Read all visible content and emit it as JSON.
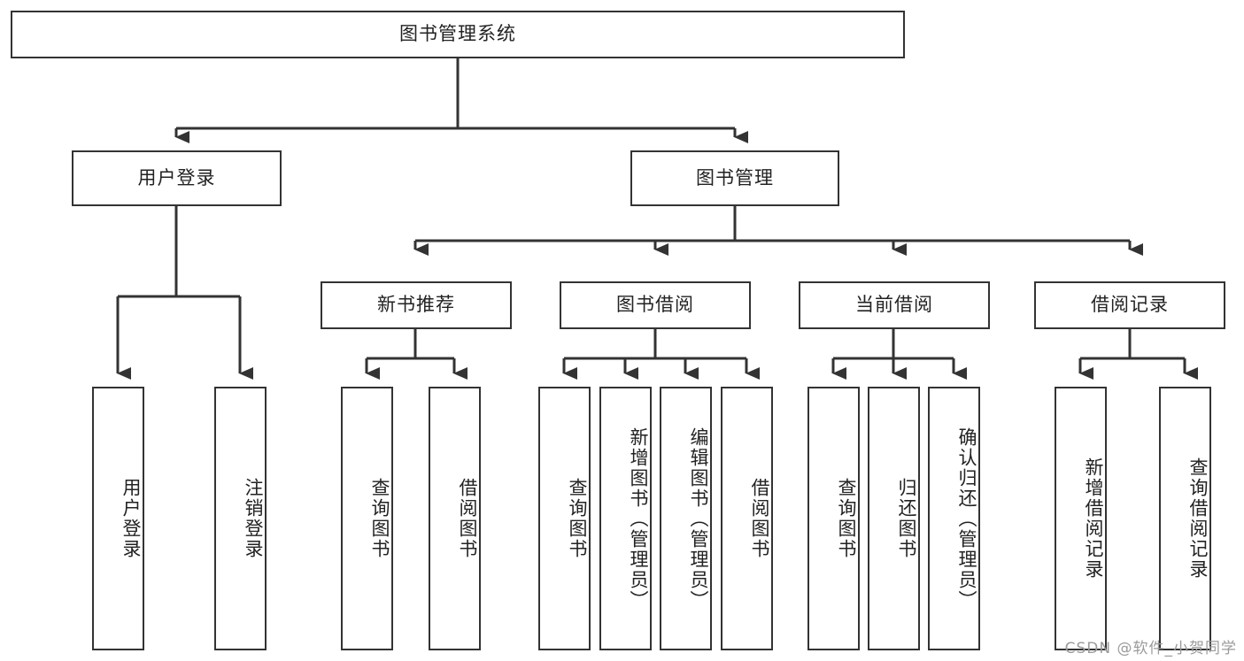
{
  "diagram": {
    "type": "tree",
    "title": "图书管理系统",
    "root": {
      "label": "图书管理系统"
    },
    "level2": [
      {
        "label": "用户登录"
      },
      {
        "label": "图书管理"
      }
    ],
    "level3": [
      {
        "label": "新书推荐"
      },
      {
        "label": "图书借阅"
      },
      {
        "label": "当前借阅"
      },
      {
        "label": "借阅记录"
      }
    ],
    "leaves": {
      "user_login": [
        {
          "label": "用户登录"
        },
        {
          "label": "注销登录"
        }
      ],
      "new_book_recommend": [
        {
          "label": "查询图书"
        },
        {
          "label": "借阅图书"
        }
      ],
      "book_borrow": [
        {
          "label": "查询图书"
        },
        {
          "label": "新增图书（管理员）"
        },
        {
          "label": "编辑图书（管理员）"
        },
        {
          "label": "借阅图书"
        }
      ],
      "current_borrow": [
        {
          "label": "查询图书"
        },
        {
          "label": "归还图书"
        },
        {
          "label": "确认归还（管理员）"
        }
      ],
      "borrow_record": [
        {
          "label": "新增借阅记录"
        },
        {
          "label": "查询借阅记录"
        }
      ]
    }
  },
  "watermark": {
    "text": "CSDN @软件_小贺同学"
  },
  "colors": {
    "stroke": "#333333",
    "text": "#222222",
    "background": "#ffffff",
    "watermark": "#9b9b9b"
  }
}
